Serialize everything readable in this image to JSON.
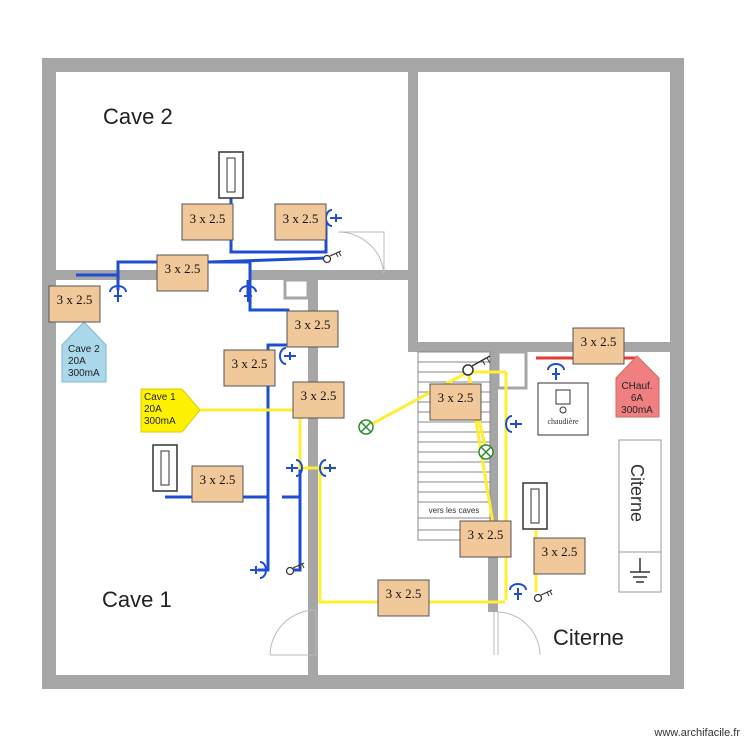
{
  "rooms": {
    "cave2": "Cave 2",
    "cave1": "Cave 1",
    "citerne": "Citerne"
  },
  "stairs_label": "vers les caves",
  "boiler_label": "chaudière",
  "tank_label": "Citerne",
  "cable_label": "3 x 2.5",
  "breakers": {
    "cave2": {
      "name": "Cave 2",
      "rating": "20A",
      "sensitivity": "300mA",
      "color": "#a8d8ea"
    },
    "cave1": {
      "name": "Cave 1",
      "rating": "20A",
      "sensitivity": "300mA",
      "color": "#fff200"
    },
    "chauf": {
      "name": "CHauf.",
      "rating": "6A",
      "sensitivity": "300mA",
      "color": "#f08080"
    }
  },
  "colors": {
    "wall": "#a6a6a6",
    "circuit_cave2": "#1f4fd1",
    "circuit_cave1": "#ffee33",
    "circuit_chauf": "#e53935",
    "cable_box": "#f0c89a"
  },
  "icons": [
    "socket-icon",
    "light-point-icon",
    "switch-icon",
    "radiator-icon",
    "boiler-icon",
    "ground-icon",
    "door-icon"
  ],
  "footer": "www.archifacile.fr"
}
